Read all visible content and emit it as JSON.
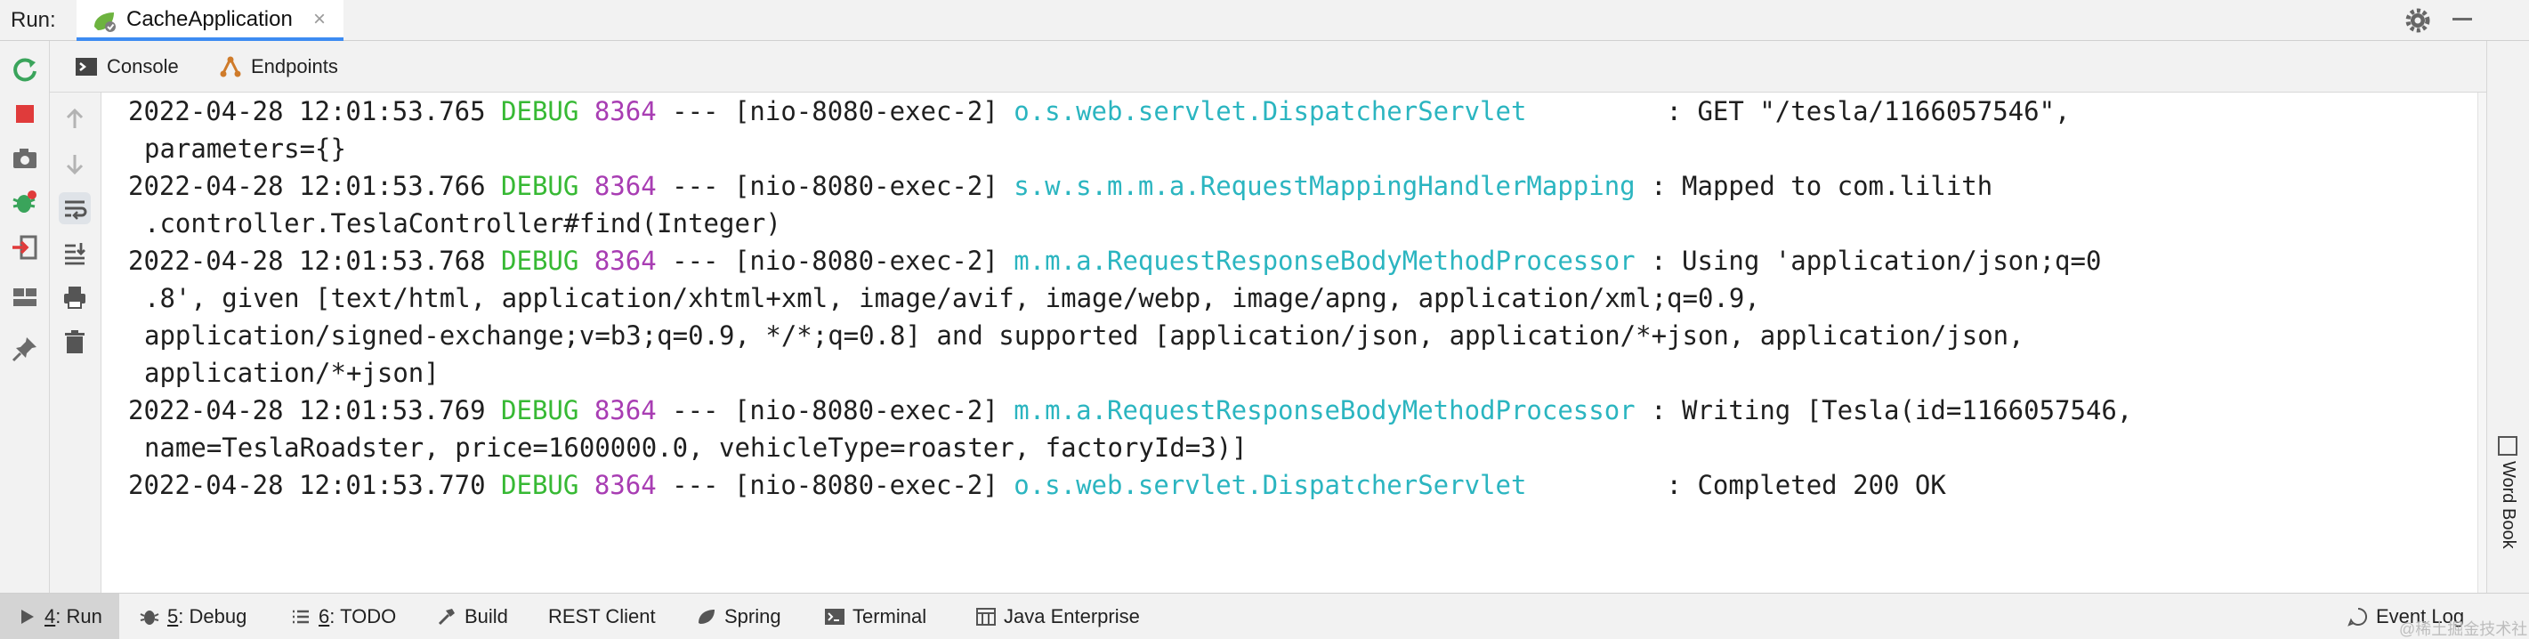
{
  "run_bar": {
    "label": "Run:",
    "tab_title": "CacheApplication",
    "tab_close": "×"
  },
  "console_toolbar": {
    "console_label": "Console",
    "endpoints_label": "Endpoints"
  },
  "console_lines": [
    {
      "timestamp": "2022-04-28 12:01:53.765",
      "level": "DEBUG",
      "pid": "8364",
      "thread": " --- [nio-8080-exec-2] ",
      "logger": "o.s.web.servlet.DispatcherServlet        ",
      "message": " : GET \"/tesla/1166057546\",",
      "continuation": [
        "parameters={}"
      ]
    },
    {
      "timestamp": "2022-04-28 12:01:53.766",
      "level": "DEBUG",
      "pid": "8364",
      "thread": " --- [nio-8080-exec-2] ",
      "logger": "s.w.s.m.m.a.RequestMappingHandlerMapping",
      "message": " : Mapped to com.lilith",
      "continuation": [
        ".controller.TeslaController#find(Integer)"
      ]
    },
    {
      "timestamp": "2022-04-28 12:01:53.768",
      "level": "DEBUG",
      "pid": "8364",
      "thread": " --- [nio-8080-exec-2] ",
      "logger": "m.m.a.RequestResponseBodyMethodProcessor",
      "message": " : Using 'application/json;q=0",
      "continuation": [
        ".8', given [text/html, application/xhtml+xml, image/avif, image/webp, image/apng, application/xml;q=0.9,",
        "application/signed-exchange;v=b3;q=0.9, */*;q=0.8] and supported [application/json, application/*+json, application/json,",
        "application/*+json]"
      ]
    },
    {
      "timestamp": "2022-04-28 12:01:53.769",
      "level": "DEBUG",
      "pid": "8364",
      "thread": " --- [nio-8080-exec-2] ",
      "logger": "m.m.a.RequestResponseBodyMethodProcessor",
      "message": " : Writing [Tesla(id=1166057546,",
      "continuation": [
        "name=TeslaRoadster, price=1600000.0, vehicleType=roaster, factoryId=3)]"
      ]
    },
    {
      "timestamp": "2022-04-28 12:01:53.770",
      "level": "DEBUG",
      "pid": "8364",
      "thread": " --- [nio-8080-exec-2] ",
      "logger": "o.s.web.servlet.DispatcherServlet        ",
      "message": " : Completed 200 OK",
      "continuation": []
    }
  ],
  "right_sidebar": {
    "word_book_label": "Word Book"
  },
  "bottom_bar": {
    "items": [
      {
        "mnemonic": "4",
        "label": ": Run",
        "icon": "play-icon",
        "active": true
      },
      {
        "mnemonic": "5",
        "label": ": Debug",
        "icon": "bug-icon"
      },
      {
        "mnemonic": "6",
        "label": ": TODO",
        "icon": "list-icon"
      },
      {
        "label": "Build",
        "icon": "hammer-icon"
      },
      {
        "label": "REST Client",
        "icon": ""
      },
      {
        "label": "Spring",
        "icon": "spring-leaf-icon"
      },
      {
        "label": "Terminal",
        "icon": "terminal-icon"
      },
      {
        "label": "Java Enterprise",
        "icon": "java-enterprise-icon"
      }
    ],
    "event_log_label": "Event Log",
    "watermark": "@稀土掘金技术社区"
  },
  "colors": {
    "debug_level": "#37b934",
    "pid": "#a83db3",
    "logger": "#2bb5c0",
    "tab_underline": "#3d8bf2",
    "stop_red": "#e03b3b",
    "rerun_green": "#3aa45b"
  }
}
